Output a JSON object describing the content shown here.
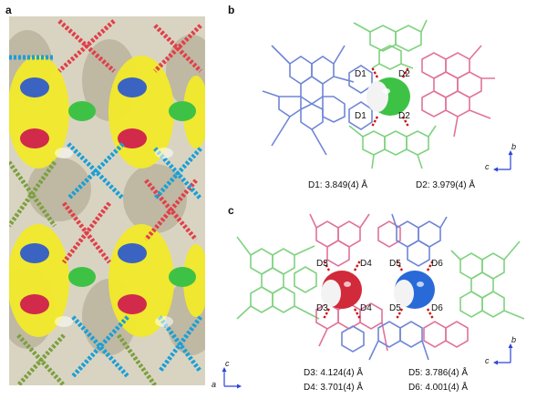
{
  "panels": {
    "a": {
      "letter": "a",
      "axes": {
        "vertical": "c",
        "horizontal": "a"
      }
    },
    "b": {
      "letter": "b",
      "axes": {
        "vertical": "b",
        "horizontal": "c"
      },
      "labels": [
        "D1",
        "D2",
        "D1",
        "D2"
      ],
      "measurements": [
        "D1: 3.849(4) Å",
        "D2: 3.979(4) Å"
      ]
    },
    "c": {
      "letter": "c",
      "axes": {
        "vertical": "b",
        "horizontal": "c"
      },
      "labels": [
        "D3",
        "D4",
        "D5",
        "D6",
        "D3",
        "D4",
        "D5",
        "D6"
      ],
      "measurements": [
        "D3: 4.124(4) Å",
        "D5: 3.786(4) Å",
        "D4: 3.701(4) Å",
        "D6: 4.001(4) Å"
      ]
    }
  },
  "colors": {
    "blue": "#6f86d6",
    "green": "#7fd27f",
    "pink": "#e0739a",
    "red": "#e0404a",
    "cyan": "#1a9fd6",
    "olive": "#7ca040",
    "yellow": "#f2ea2a",
    "gray": "#cfc9b4",
    "guest_green": "#3ec246",
    "guest_red": "#d12a3a",
    "guest_blue": "#2a6ad8",
    "contact": "#cc1111"
  },
  "icons": [
    "axis-arrow-icon"
  ]
}
